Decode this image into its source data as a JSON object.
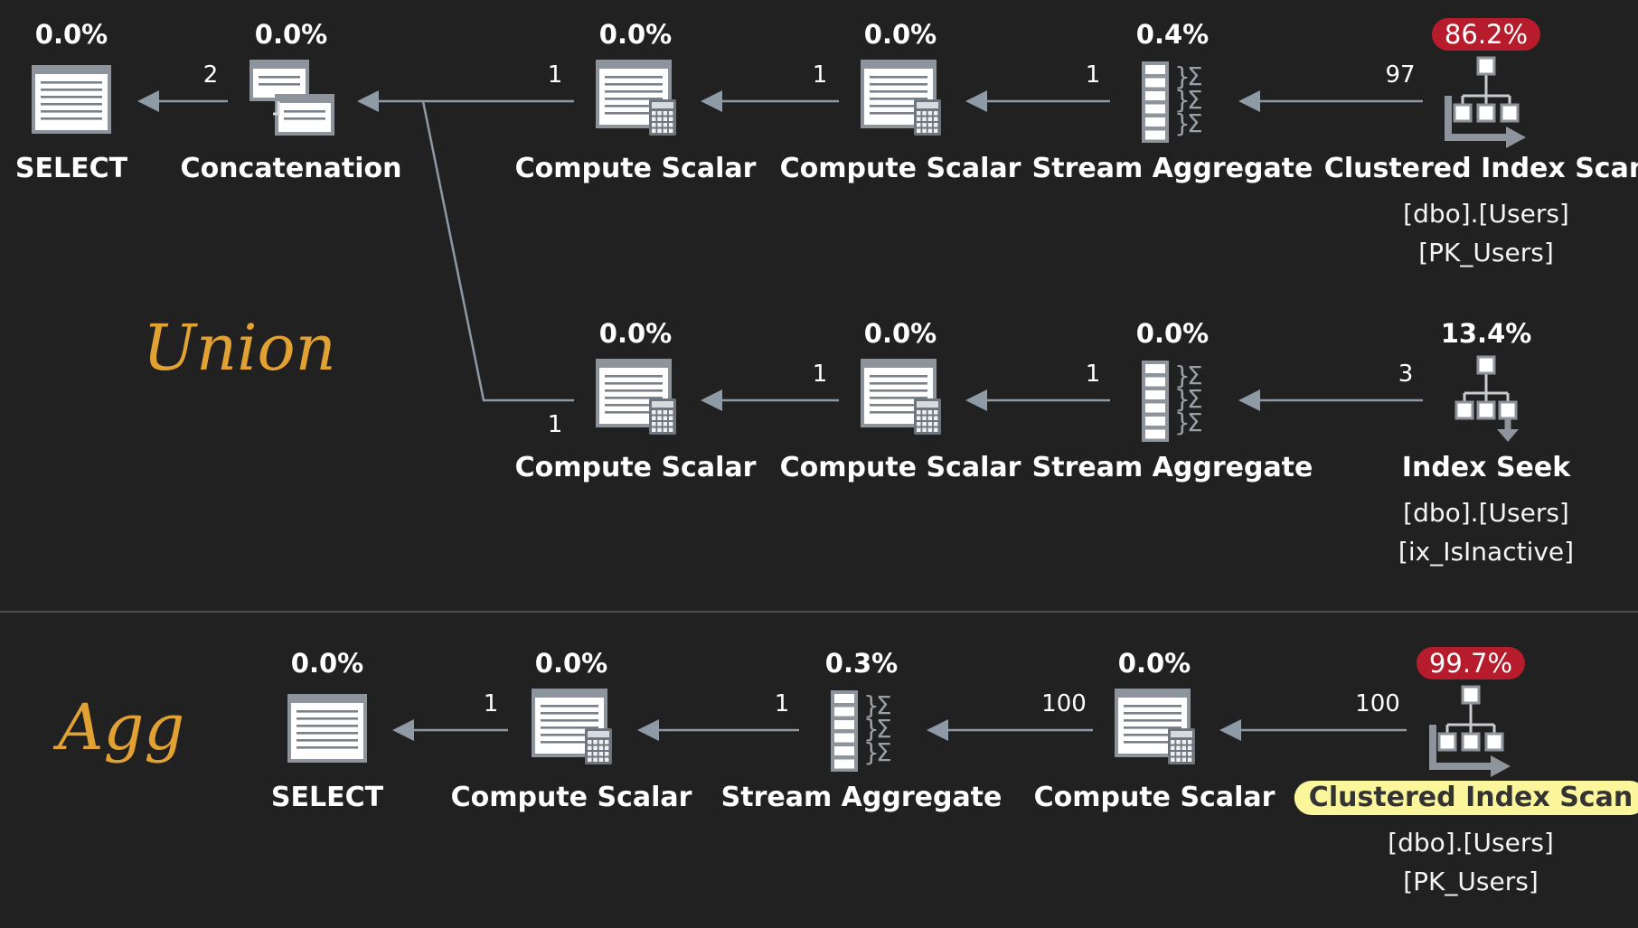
{
  "labels": {
    "union": "Union",
    "agg": "Agg"
  },
  "colors": {
    "background": "#212121",
    "edge": "#8e9aa6",
    "icon": "#d9dbde",
    "hot_badge": "#b71c2c",
    "highlight": "#fbf59b",
    "section_label": "#e2a233"
  },
  "union_plan": {
    "row1": [
      {
        "id": "u-select",
        "name": "SELECT",
        "cost": "0.0%",
        "icon": "select-icon"
      },
      {
        "id": "u-concat",
        "name": "Concatenation",
        "cost": "0.0%",
        "icon": "concatenation-icon",
        "rows_in": "2"
      },
      {
        "id": "u-cs1",
        "name": "Compute Scalar",
        "cost": "0.0%",
        "icon": "compute-scalar-icon",
        "rows_in": "1"
      },
      {
        "id": "u-cs2",
        "name": "Compute Scalar",
        "cost": "0.0%",
        "icon": "compute-scalar-icon",
        "rows_in": "1"
      },
      {
        "id": "u-sa1",
        "name": "Stream Aggregate",
        "cost": "0.4%",
        "icon": "stream-aggregate-icon",
        "rows_in": "1"
      },
      {
        "id": "u-cis",
        "name": "Clustered Index Scan",
        "cost": "86.2%",
        "hot": true,
        "icon": "clustered-index-scan-icon",
        "rows_in": "97",
        "object": "[dbo].[Users]",
        "index": "[PK_Users]"
      }
    ],
    "row2": [
      {
        "id": "u-cs3",
        "name": "Compute Scalar",
        "cost": "0.0%",
        "icon": "compute-scalar-icon",
        "rows_out": "1"
      },
      {
        "id": "u-cs4",
        "name": "Compute Scalar",
        "cost": "0.0%",
        "icon": "compute-scalar-icon",
        "rows_in": "1"
      },
      {
        "id": "u-sa2",
        "name": "Stream Aggregate",
        "cost": "0.0%",
        "icon": "stream-aggregate-icon",
        "rows_in": "1"
      },
      {
        "id": "u-seek",
        "name": "Index Seek",
        "cost": "13.4%",
        "icon": "index-seek-icon",
        "rows_in": "3",
        "object": "[dbo].[Users]",
        "index": "[ix_IsInactive]"
      }
    ]
  },
  "agg_plan": [
    {
      "id": "a-select",
      "name": "SELECT",
      "cost": "0.0%",
      "icon": "select-icon"
    },
    {
      "id": "a-cs1",
      "name": "Compute Scalar",
      "cost": "0.0%",
      "icon": "compute-scalar-icon",
      "rows_in": "1"
    },
    {
      "id": "a-sa",
      "name": "Stream Aggregate",
      "cost": "0.3%",
      "icon": "stream-aggregate-icon",
      "rows_in": "1"
    },
    {
      "id": "a-cs2",
      "name": "Compute Scalar",
      "cost": "0.0%",
      "icon": "compute-scalar-icon",
      "rows_in": "100"
    },
    {
      "id": "a-cis",
      "name": "Clustered Index Scan",
      "cost": "99.7%",
      "hot": true,
      "highlight": true,
      "icon": "clustered-index-scan-icon",
      "rows_in": "100",
      "object": "[dbo].[Users]",
      "index": "[PK_Users]"
    }
  ]
}
